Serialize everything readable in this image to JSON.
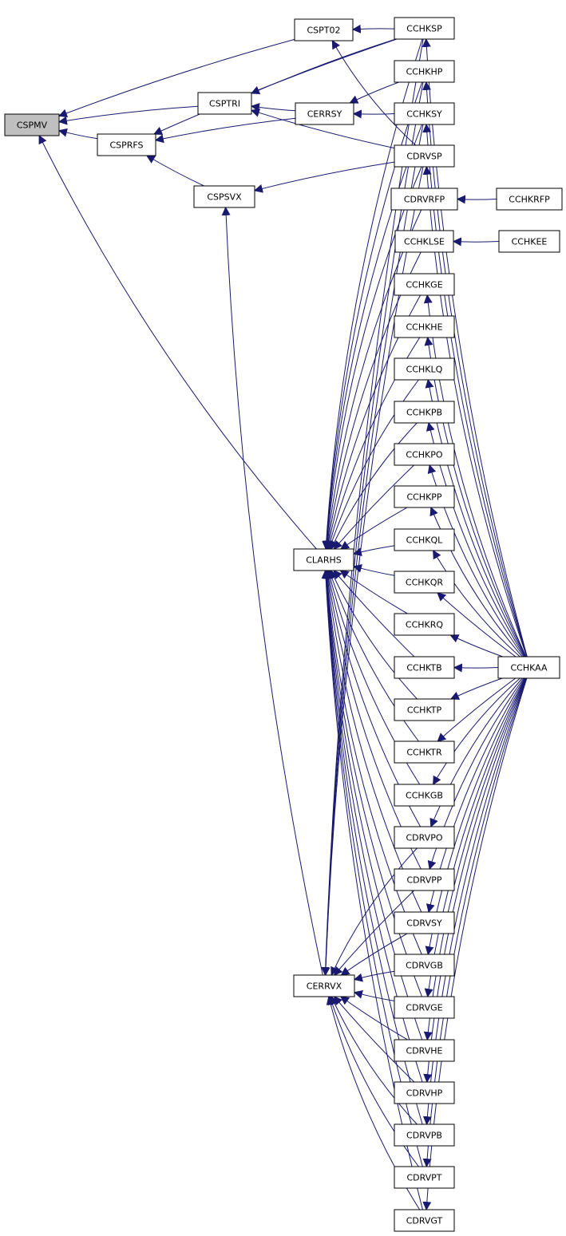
{
  "graph": {
    "root": "CSPMV",
    "nodes": [
      "CSPMV",
      "CSPRFS",
      "CSPTRI",
      "CSPT02",
      "CSPSVX",
      "CERRSY",
      "CLARHS",
      "CERRVX",
      "CCHKSP",
      "CCHKHP",
      "CCHKSY",
      "CDRVSP",
      "CDRVRFP",
      "CCHKLSE",
      "CCHKGE",
      "CCHKHE",
      "CCHKLQ",
      "CCHKPB",
      "CCHKPO",
      "CCHKPP",
      "CCHKQL",
      "CCHKQR",
      "CCHKRQ",
      "CCHKTB",
      "CCHKTP",
      "CCHKTR",
      "CCHKGB",
      "CDRVPO",
      "CDRVPP",
      "CDRVSY",
      "CDRVGB",
      "CDRVGE",
      "CDRVHE",
      "CDRVHP",
      "CDRVPB",
      "CDRVPT",
      "CDRVGT",
      "CCHKRFP",
      "CCHKEE",
      "CCHKAA"
    ],
    "edges": [
      [
        "CSPRFS",
        "CSPMV"
      ],
      [
        "CSPTRI",
        "CSPMV"
      ],
      [
        "CSPT02",
        "CSPMV"
      ],
      [
        "CLARHS",
        "CSPMV"
      ],
      [
        "CSPSVX",
        "CSPRFS"
      ],
      [
        "CERRSY",
        "CSPRFS"
      ],
      [
        "CCHKSP",
        "CSPRFS"
      ],
      [
        "CERRSY",
        "CSPTRI"
      ],
      [
        "CCHKSP",
        "CSPTRI"
      ],
      [
        "CDRVSP",
        "CSPTRI"
      ],
      [
        "CCHKSP",
        "CSPT02"
      ],
      [
        "CDRVSP",
        "CSPT02"
      ],
      [
        "CDRVSP",
        "CSPSVX"
      ],
      [
        "CERRVX",
        "CSPSVX"
      ],
      [
        "CCHKHP",
        "CERRSY"
      ],
      [
        "CCHKSY",
        "CERRSY"
      ],
      [
        "CCHKSP",
        "CLARHS"
      ],
      [
        "CCHKHP",
        "CLARHS"
      ],
      [
        "CCHKSY",
        "CLARHS"
      ],
      [
        "CDRVSP",
        "CLARHS"
      ],
      [
        "CDRVRFP",
        "CLARHS"
      ],
      [
        "CCHKLSE",
        "CLARHS"
      ],
      [
        "CCHKGE",
        "CLARHS"
      ],
      [
        "CCHKHE",
        "CLARHS"
      ],
      [
        "CCHKLQ",
        "CLARHS"
      ],
      [
        "CCHKPB",
        "CLARHS"
      ],
      [
        "CCHKPO",
        "CLARHS"
      ],
      [
        "CCHKPP",
        "CLARHS"
      ],
      [
        "CCHKQL",
        "CLARHS"
      ],
      [
        "CCHKQR",
        "CLARHS"
      ],
      [
        "CCHKRQ",
        "CLARHS"
      ],
      [
        "CCHKTB",
        "CLARHS"
      ],
      [
        "CCHKTP",
        "CLARHS"
      ],
      [
        "CCHKTR",
        "CLARHS"
      ],
      [
        "CCHKGB",
        "CLARHS"
      ],
      [
        "CDRVPO",
        "CLARHS"
      ],
      [
        "CDRVPP",
        "CLARHS"
      ],
      [
        "CDRVSY",
        "CLARHS"
      ],
      [
        "CDRVGB",
        "CLARHS"
      ],
      [
        "CDRVGE",
        "CLARHS"
      ],
      [
        "CDRVHE",
        "CLARHS"
      ],
      [
        "CDRVHP",
        "CLARHS"
      ],
      [
        "CDRVPB",
        "CLARHS"
      ],
      [
        "CDRVPT",
        "CLARHS"
      ],
      [
        "CDRVGT",
        "CLARHS"
      ],
      [
        "CCHKSP",
        "CERRVX"
      ],
      [
        "CCHKHP",
        "CERRVX"
      ],
      [
        "CCHKSY",
        "CERRVX"
      ],
      [
        "CDRVSP",
        "CERRVX"
      ],
      [
        "CDRVPO",
        "CERRVX"
      ],
      [
        "CDRVPP",
        "CERRVX"
      ],
      [
        "CDRVSY",
        "CERRVX"
      ],
      [
        "CDRVGB",
        "CERRVX"
      ],
      [
        "CDRVGE",
        "CERRVX"
      ],
      [
        "CDRVHE",
        "CERRVX"
      ],
      [
        "CDRVHP",
        "CERRVX"
      ],
      [
        "CDRVPB",
        "CERRVX"
      ],
      [
        "CDRVPT",
        "CERRVX"
      ],
      [
        "CDRVGT",
        "CERRVX"
      ],
      [
        "CCHKRFP",
        "CDRVRFP"
      ],
      [
        "CCHKEE",
        "CCHKLSE"
      ],
      [
        "CCHKAA",
        "CCHKSP"
      ],
      [
        "CCHKAA",
        "CCHKHP"
      ],
      [
        "CCHKAA",
        "CCHKSY"
      ],
      [
        "CCHKAA",
        "CDRVSP"
      ],
      [
        "CCHKAA",
        "CCHKGE"
      ],
      [
        "CCHKAA",
        "CCHKHE"
      ],
      [
        "CCHKAA",
        "CCHKLQ"
      ],
      [
        "CCHKAA",
        "CCHKPB"
      ],
      [
        "CCHKAA",
        "CCHKPO"
      ],
      [
        "CCHKAA",
        "CCHKPP"
      ],
      [
        "CCHKAA",
        "CCHKQL"
      ],
      [
        "CCHKAA",
        "CCHKQR"
      ],
      [
        "CCHKAA",
        "CCHKRQ"
      ],
      [
        "CCHKAA",
        "CCHKTB"
      ],
      [
        "CCHKAA",
        "CCHKTP"
      ],
      [
        "CCHKAA",
        "CCHKTR"
      ],
      [
        "CCHKAA",
        "CCHKGB"
      ],
      [
        "CCHKAA",
        "CDRVPO"
      ],
      [
        "CCHKAA",
        "CDRVPP"
      ],
      [
        "CCHKAA",
        "CDRVSY"
      ],
      [
        "CCHKAA",
        "CDRVGB"
      ],
      [
        "CCHKAA",
        "CDRVGE"
      ],
      [
        "CCHKAA",
        "CDRVHE"
      ],
      [
        "CCHKAA",
        "CDRVHP"
      ],
      [
        "CCHKAA",
        "CDRVPB"
      ],
      [
        "CCHKAA",
        "CDRVPT"
      ],
      [
        "CCHKAA",
        "CDRVGT"
      ]
    ]
  },
  "colors": {
    "edge": "#191970",
    "root_fill": "#bfbfbf",
    "node_fill": "#ffffff",
    "node_border": "#000000"
  }
}
